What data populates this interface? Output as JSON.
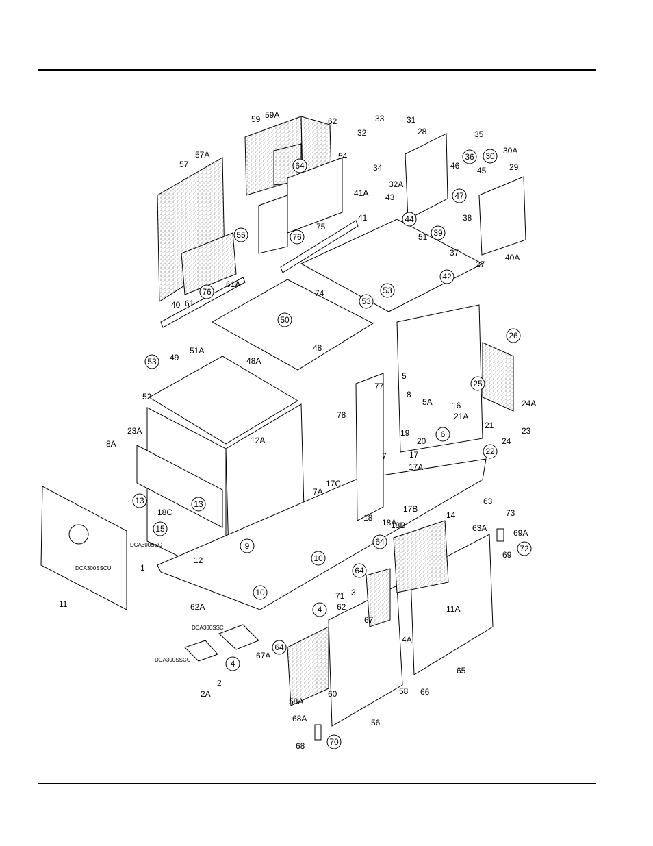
{
  "model_labels": [
    "DCA300SSC",
    "DCA300SSCU",
    "DCA300SSC",
    "DCA300SSCU"
  ],
  "plain_labels": [
    "57A",
    "57",
    "59",
    "59A",
    "62",
    "54",
    "33",
    "31",
    "32",
    "28",
    "35",
    "34",
    "32A",
    "46",
    "45",
    "30A",
    "29",
    "41A",
    "43",
    "41",
    "38",
    "75",
    "51",
    "37",
    "40A",
    "27",
    "40",
    "61",
    "61A",
    "74",
    "51A",
    "48A",
    "48",
    "49",
    "52",
    "8",
    "5A",
    "5",
    "77",
    "78",
    "19",
    "16",
    "21A",
    "21",
    "24",
    "24A",
    "23",
    "23A",
    "8A",
    "12A",
    "7A",
    "7",
    "20",
    "17",
    "17A",
    "17B",
    "17C",
    "18",
    "18A",
    "18B",
    "18C",
    "12",
    "14",
    "63A",
    "63",
    "73",
    "69A",
    "69",
    "71",
    "3",
    "62",
    "62A",
    "1",
    "11",
    "11A",
    "67",
    "67A",
    "2",
    "2A",
    "4A",
    "65",
    "58",
    "66",
    "58A",
    "60",
    "56",
    "68A",
    "68"
  ],
  "circled_labels": [
    "64",
    "36",
    "30",
    "47",
    "55",
    "44",
    "39",
    "76",
    "42",
    "76",
    "53",
    "53",
    "50",
    "53",
    "26",
    "25",
    "6",
    "22",
    "13",
    "13",
    "15",
    "9",
    "10",
    "10",
    "64",
    "64",
    "72",
    "4",
    "4",
    "64",
    "70"
  ],
  "colors": {
    "ink": "#000000",
    "paper": "#ffffff",
    "foam_dot": "#555555"
  }
}
